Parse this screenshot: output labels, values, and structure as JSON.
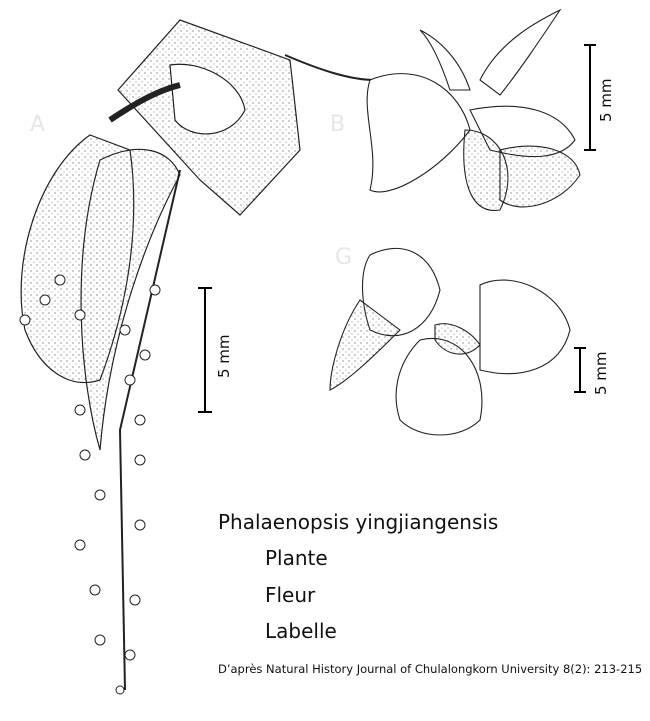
{
  "panels": {
    "a": "A",
    "b": "B",
    "g": "G"
  },
  "scale_bars": {
    "a": "5 mm",
    "b": "5 mm",
    "g": "5 mm"
  },
  "caption": {
    "species": "Phalaenopsis yingjiangensis",
    "items": [
      "Plante",
      "Fleur",
      "Labelle"
    ],
    "credit": "D’après Natural History Journal of Chulalongkorn University 8(2): 213-215"
  },
  "colors": {
    "ink": "#111111",
    "panel_letter": "#e6e6e6"
  }
}
